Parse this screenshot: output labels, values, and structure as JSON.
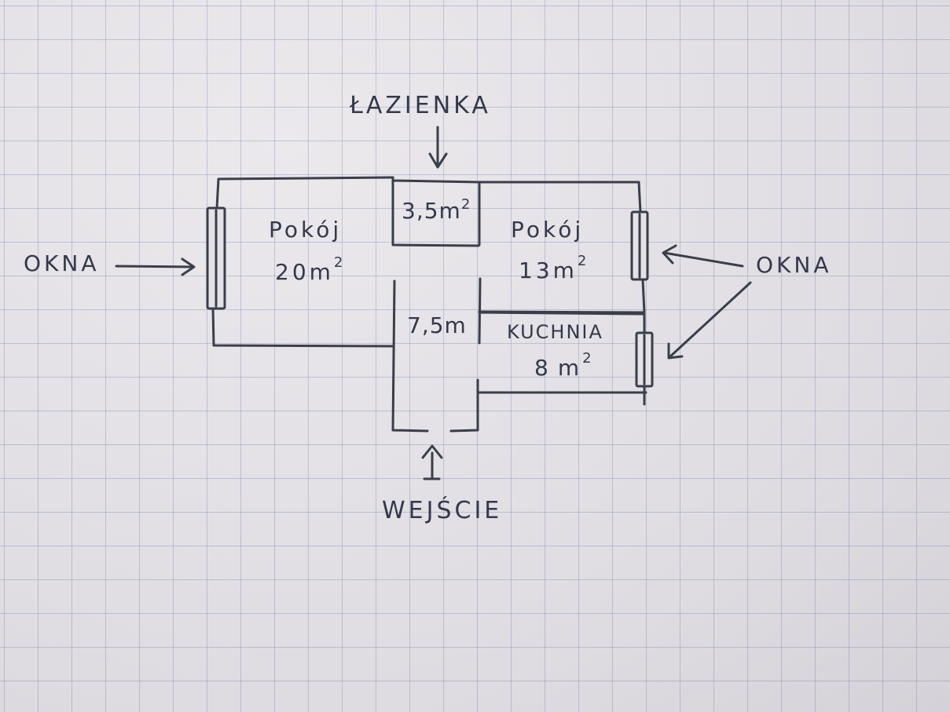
{
  "labels": {
    "bathroom_caption": "ŁAZIENKA",
    "entrance": "WEJŚCIE",
    "windows_left": "OKNA",
    "windows_right": "OKNA"
  },
  "rooms": {
    "room_left": {
      "name": "Pokój",
      "area": "20",
      "unit": "m",
      "exp": "2"
    },
    "room_right": {
      "name": "Pokój",
      "area": "13",
      "unit": "m",
      "exp": "2"
    },
    "bathroom": {
      "area": "3,5",
      "unit": "m",
      "exp": "2"
    },
    "hallway": {
      "area": "7,5",
      "unit": "m"
    },
    "kitchen": {
      "name": "KUCHNIA",
      "area": "8",
      "unit": "m",
      "exp": "2"
    }
  },
  "colors": {
    "ink": "#3a3e4a",
    "paper": "#e4e2e6",
    "grid": "#5f6eaa"
  }
}
